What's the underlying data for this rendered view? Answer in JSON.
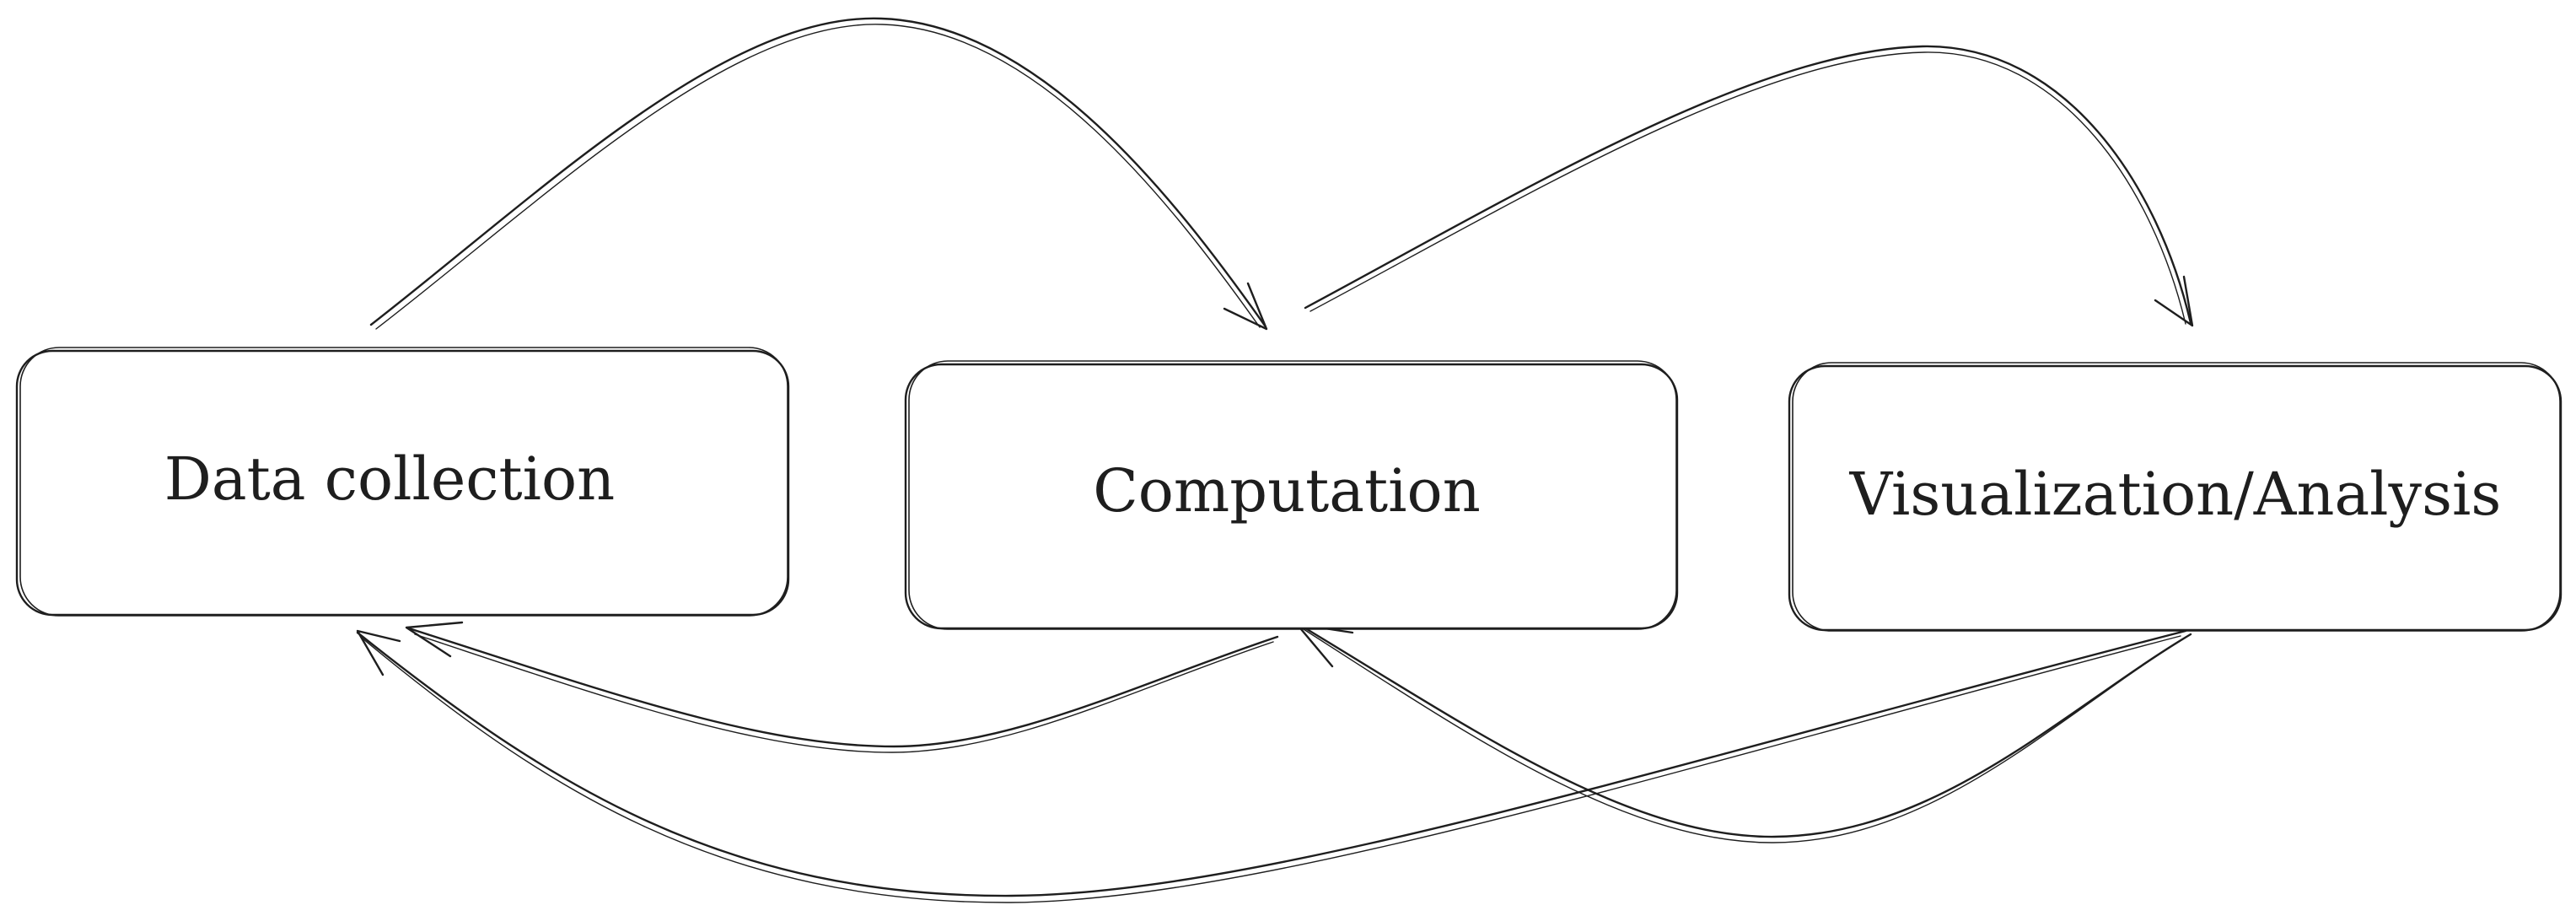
{
  "nodes": [
    {
      "id": "data-collection",
      "label": "Data collection"
    },
    {
      "id": "computation",
      "label": "Computation"
    },
    {
      "id": "visualization-analysis",
      "label": "Visualization/Analysis"
    }
  ],
  "edges": [
    {
      "from": "data-collection",
      "to": "computation"
    },
    {
      "from": "computation",
      "to": "visualization-analysis"
    },
    {
      "from": "computation",
      "to": "data-collection"
    },
    {
      "from": "visualization-analysis",
      "to": "computation"
    },
    {
      "from": "visualization-analysis",
      "to": "data-collection"
    }
  ],
  "colors": {
    "stroke": "#1e1e1e",
    "background": "#ffffff"
  }
}
